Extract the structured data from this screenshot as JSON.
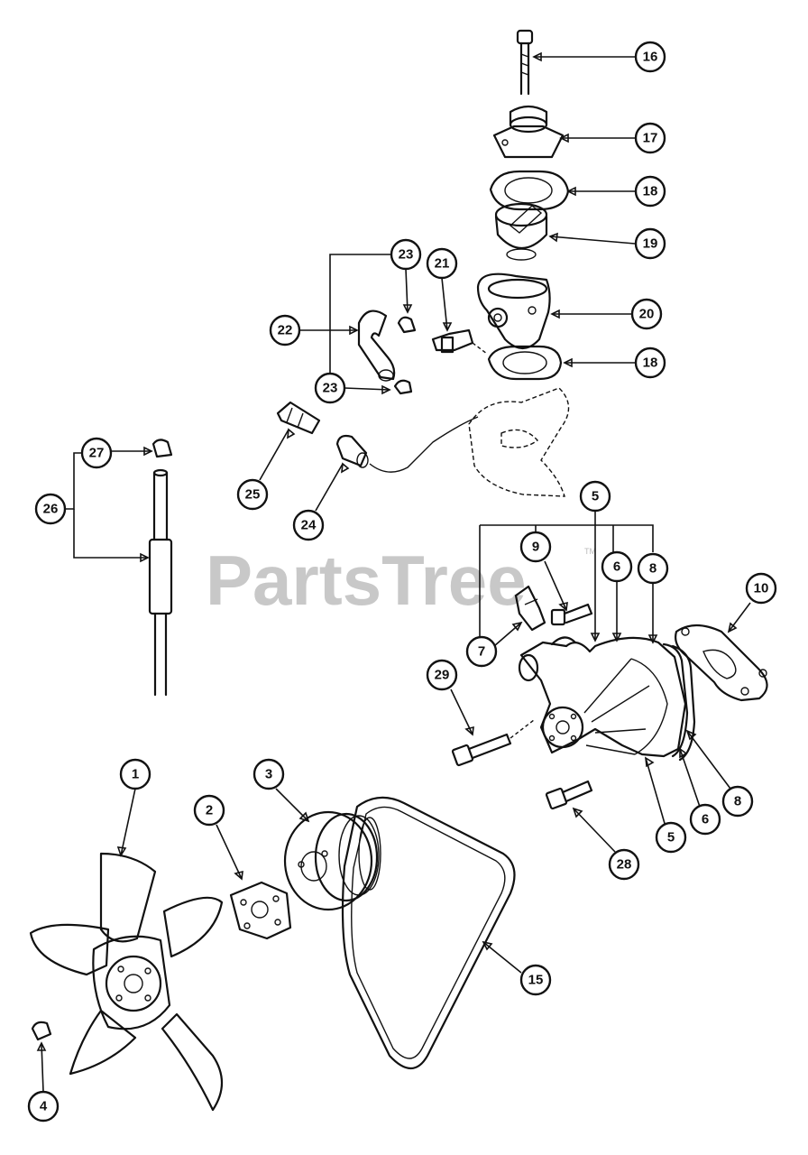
{
  "watermark": {
    "text": "PartsTree",
    "tm": "TM"
  },
  "callouts": [
    {
      "id": "16",
      "label": "16"
    },
    {
      "id": "17",
      "label": "17"
    },
    {
      "id": "18a",
      "label": "18"
    },
    {
      "id": "19",
      "label": "19"
    },
    {
      "id": "20",
      "label": "20"
    },
    {
      "id": "18b",
      "label": "18"
    },
    {
      "id": "23a",
      "label": "23"
    },
    {
      "id": "21",
      "label": "21"
    },
    {
      "id": "22",
      "label": "22"
    },
    {
      "id": "23b",
      "label": "23"
    },
    {
      "id": "25",
      "label": "25"
    },
    {
      "id": "24",
      "label": "24"
    },
    {
      "id": "27",
      "label": "27"
    },
    {
      "id": "26",
      "label": "26"
    },
    {
      "id": "5a",
      "label": "5"
    },
    {
      "id": "9",
      "label": "9"
    },
    {
      "id": "6a",
      "label": "6"
    },
    {
      "id": "8a",
      "label": "8"
    },
    {
      "id": "10",
      "label": "10"
    },
    {
      "id": "7",
      "label": "7"
    },
    {
      "id": "29",
      "label": "29"
    },
    {
      "id": "1",
      "label": "1"
    },
    {
      "id": "3",
      "label": "3"
    },
    {
      "id": "2",
      "label": "2"
    },
    {
      "id": "5b",
      "label": "5"
    },
    {
      "id": "6b",
      "label": "6"
    },
    {
      "id": "8b",
      "label": "8"
    },
    {
      "id": "28",
      "label": "28"
    },
    {
      "id": "15",
      "label": "15"
    },
    {
      "id": "4",
      "label": "4"
    }
  ]
}
